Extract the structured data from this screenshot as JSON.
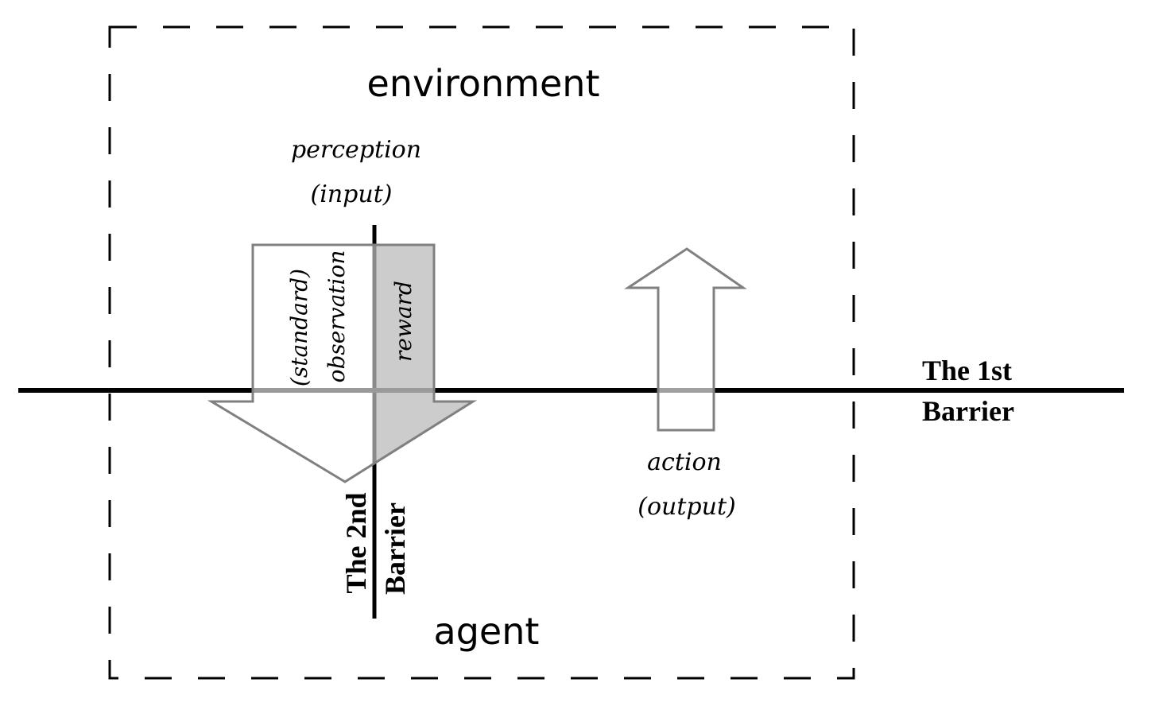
{
  "diagram": {
    "environment_label": "environment",
    "agent_label": "agent",
    "perception": {
      "line1": "perception",
      "line2": "(input)"
    },
    "action": {
      "line1": "action",
      "line2": "(output)"
    },
    "observation": {
      "line1": "(standard)",
      "line2": "observation"
    },
    "reward_label": "reward",
    "first_barrier": {
      "line1": "The 1st",
      "line2": "Barrier"
    },
    "second_barrier": {
      "line1": "The 2nd",
      "line2": "Barrier"
    },
    "colors": {
      "arrow_stroke": "#808080",
      "reward_fill": "#c8c8c8",
      "line": "#000000",
      "background": "#ffffff"
    }
  }
}
